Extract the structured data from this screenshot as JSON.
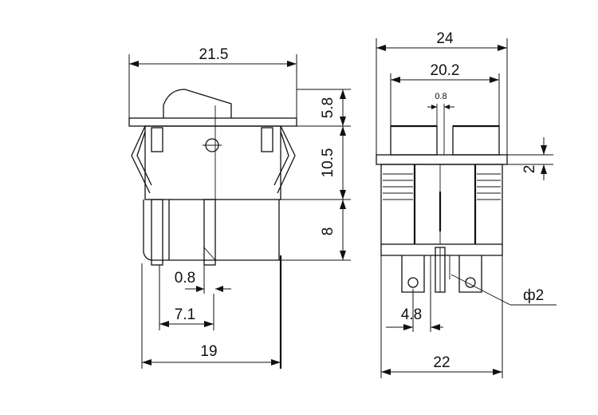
{
  "dimensions": {
    "side_width": "21.5",
    "rocker_height": "5.8",
    "body_height": "10.5",
    "terminal_length": "8",
    "terminal_thickness": "0.8",
    "terminal_offset": "7.1",
    "bottom_width": "19",
    "front_width": "24",
    "inner_width": "20.2",
    "gap": "0.8",
    "flange_thickness": "2",
    "hole_diameter": "ф2",
    "terminal_pitch": "4.8",
    "base_width": "22"
  }
}
